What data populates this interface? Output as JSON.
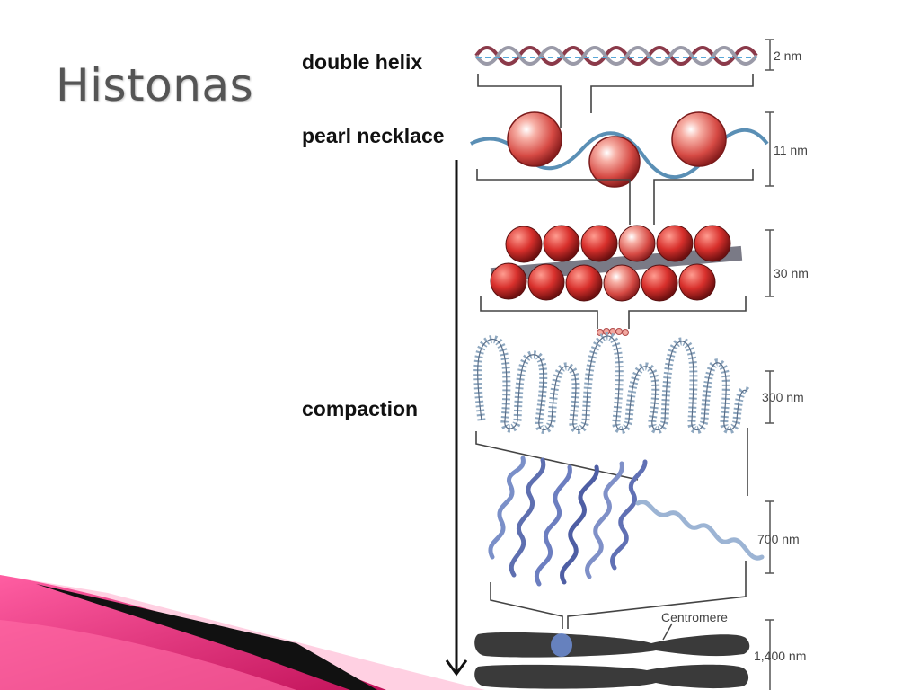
{
  "slide": {
    "title": "Histonas",
    "accent_colors": [
      "#d6185e",
      "#ff6aa5",
      "#111111"
    ]
  },
  "figure": {
    "levels": [
      {
        "label": "double helix",
        "scale": "2 nm"
      },
      {
        "label": "pearl necklace",
        "scale": "11 nm"
      },
      {
        "label": "",
        "scale": "30 nm"
      },
      {
        "label": "",
        "scale": "300 nm"
      },
      {
        "label": "",
        "scale": "700 nm"
      },
      {
        "label": "",
        "scale": "1,400 nm"
      }
    ],
    "compaction_label": "compaction",
    "centromere_label": "Centromere"
  }
}
